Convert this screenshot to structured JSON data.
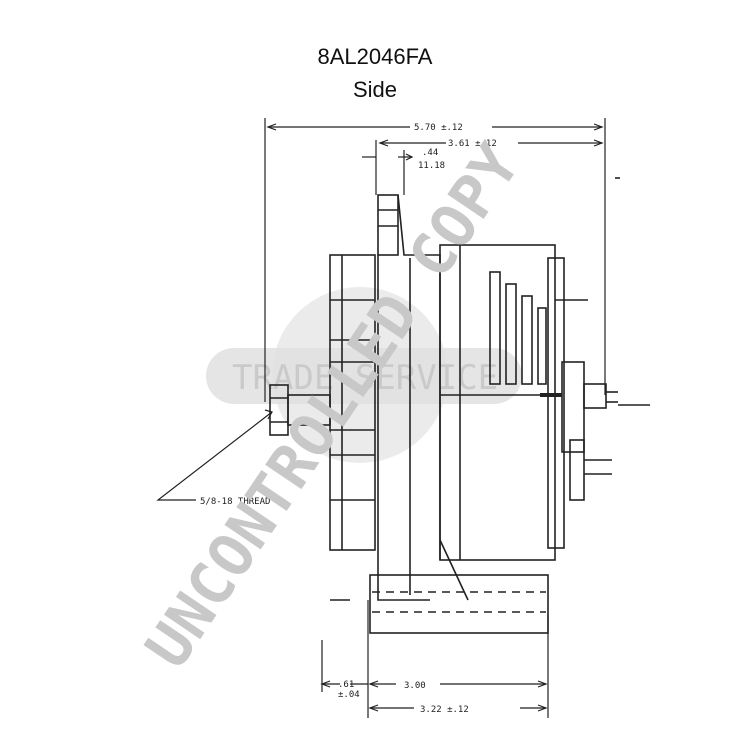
{
  "header": {
    "part_number": "8AL2046FA",
    "view": "Side"
  },
  "dimensions": {
    "overall_width": "5.70 ±.12",
    "rear_width": "3.61 ±.12",
    "offset_top": ".44",
    "offset_bottom": "11.18",
    "bottom_left_top": ".61",
    "bottom_left_bottom": "±.04",
    "bottom_mid": "3.00",
    "bottom_overall": "3.22 ±.12",
    "thread_callout": "5/8-18 THREAD"
  },
  "watermarks": {
    "uncontrolled": "UNCONTROLLED COPY",
    "trade_service": "TRADE SERVICE"
  },
  "colors": {
    "line": "#222222",
    "watermark": "#cfcfcf"
  }
}
